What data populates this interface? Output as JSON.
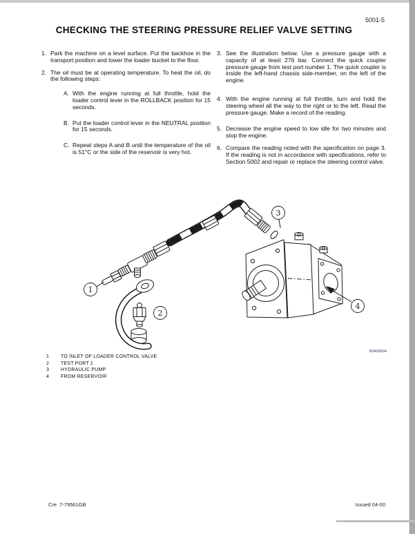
{
  "page": {
    "code": "5001-5",
    "title": "CHECKING THE STEERING PRESSURE RELIEF VALVE SETTING",
    "footer_left": "Cre  7-79561GB",
    "footer_right": "Issued 04-00"
  },
  "steps_left": [
    {
      "num": "1.",
      "text": "Park the machine on a level surface. Put the backhoe in the transport position and lower the loader bucket to the floor."
    },
    {
      "num": "2.",
      "text": "The oil must be at operating temperature. To heat the oil, do the following steps:"
    }
  ],
  "substeps": [
    {
      "num": "A.",
      "text": "With the engine running at full throttle, hold the loader control lever in the ROLLBACK position for 15 seconds."
    },
    {
      "num": "B.",
      "text": "Put the loader control lever in the NEUTRAL position for 15 seconds."
    },
    {
      "num": "C.",
      "text": "Repeat steps A and B until the temperature of the oil is 51°C or the side of the reservoir is very hot."
    }
  ],
  "steps_right": [
    {
      "num": "3.",
      "text": "See the illustration below. Use a pressure gauge with a capacity of at least 276 bar. Connect the quick coupler pressure gauge from test port number 1. The quick coupler is inside the left-hand chassis side-member, on the left of the engine."
    },
    {
      "num": "4.",
      "text": "With the engine running at full throttle, turn and hold the steering wheel all the way to the right or to the left. Read the pressure gauge. Make a record of the reading."
    },
    {
      "num": "5.",
      "text": "Decrease the engine speed to low idle for two minutes and stop the engine."
    },
    {
      "num": "6.",
      "text": "Compare the reading noted with the specification on page 3. If the reading is not in accordance with specifications, refer to Section 5002 and repair or replace the steering control valve."
    }
  ],
  "figure": {
    "callout_1": "1",
    "callout_2": "2",
    "callout_3": "3",
    "callout_4": "4",
    "image_code": "B9409094",
    "legend": [
      {
        "num": "1",
        "label": "TO INLET OF LOADER CONTROL VALVE"
      },
      {
        "num": "2",
        "label": "TEST PORT 1"
      },
      {
        "num": "3",
        "label": "HYDRAULIC PUMP"
      },
      {
        "num": "4",
        "label": "FROM RESERVOIR"
      }
    ]
  }
}
